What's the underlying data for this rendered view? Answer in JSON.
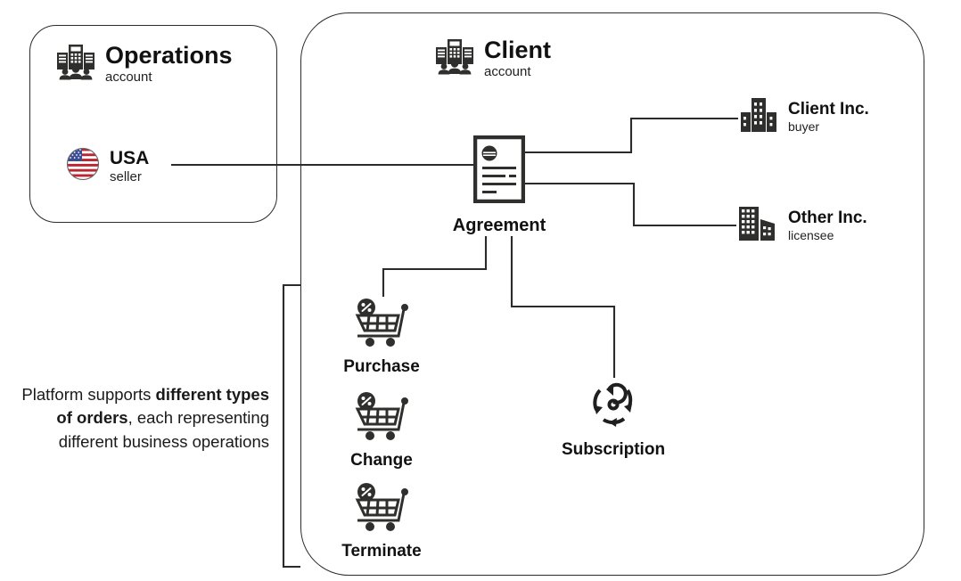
{
  "diagram": {
    "groups": [
      {
        "id": "operations",
        "title": "Operations",
        "subtitle": "account",
        "icon": "office-building-people-icon"
      },
      {
        "id": "client",
        "title": "Client",
        "subtitle": "account",
        "icon": "office-building-people-icon"
      }
    ],
    "nodes": {
      "usa": {
        "title": "USA",
        "subtitle": "seller",
        "icon": "usa-flag-icon"
      },
      "agreement": {
        "label": "Agreement",
        "icon": "document-seal-icon"
      },
      "client_inc": {
        "title": "Client Inc.",
        "subtitle": "buyer",
        "icon": "office-tower-icon"
      },
      "other_inc": {
        "title": "Other Inc.",
        "subtitle": "licensee",
        "icon": "city-buildings-icon"
      },
      "purchase": {
        "label": "Purchase",
        "icon": "shopping-cart-icon"
      },
      "change": {
        "label": "Change",
        "icon": "shopping-cart-icon"
      },
      "terminate": {
        "label": "Terminate",
        "icon": "shopping-cart-icon"
      },
      "subscription": {
        "label": "Subscription",
        "icon": "recurring-cycle-icon"
      }
    },
    "caption": {
      "line1_plain": "Platform supports ",
      "line1_bold": "different",
      "line2_bold": "types of orders",
      "line2_plain": ", each",
      "line3": "representing different",
      "line4": "business operations"
    },
    "colors": {
      "stroke": "#2b2b2b",
      "text": "#111111",
      "background": "#ffffff",
      "icon_dark": "#2f2f2d",
      "flag_red": "#bb2430",
      "flag_blue": "#3b4e94"
    }
  }
}
